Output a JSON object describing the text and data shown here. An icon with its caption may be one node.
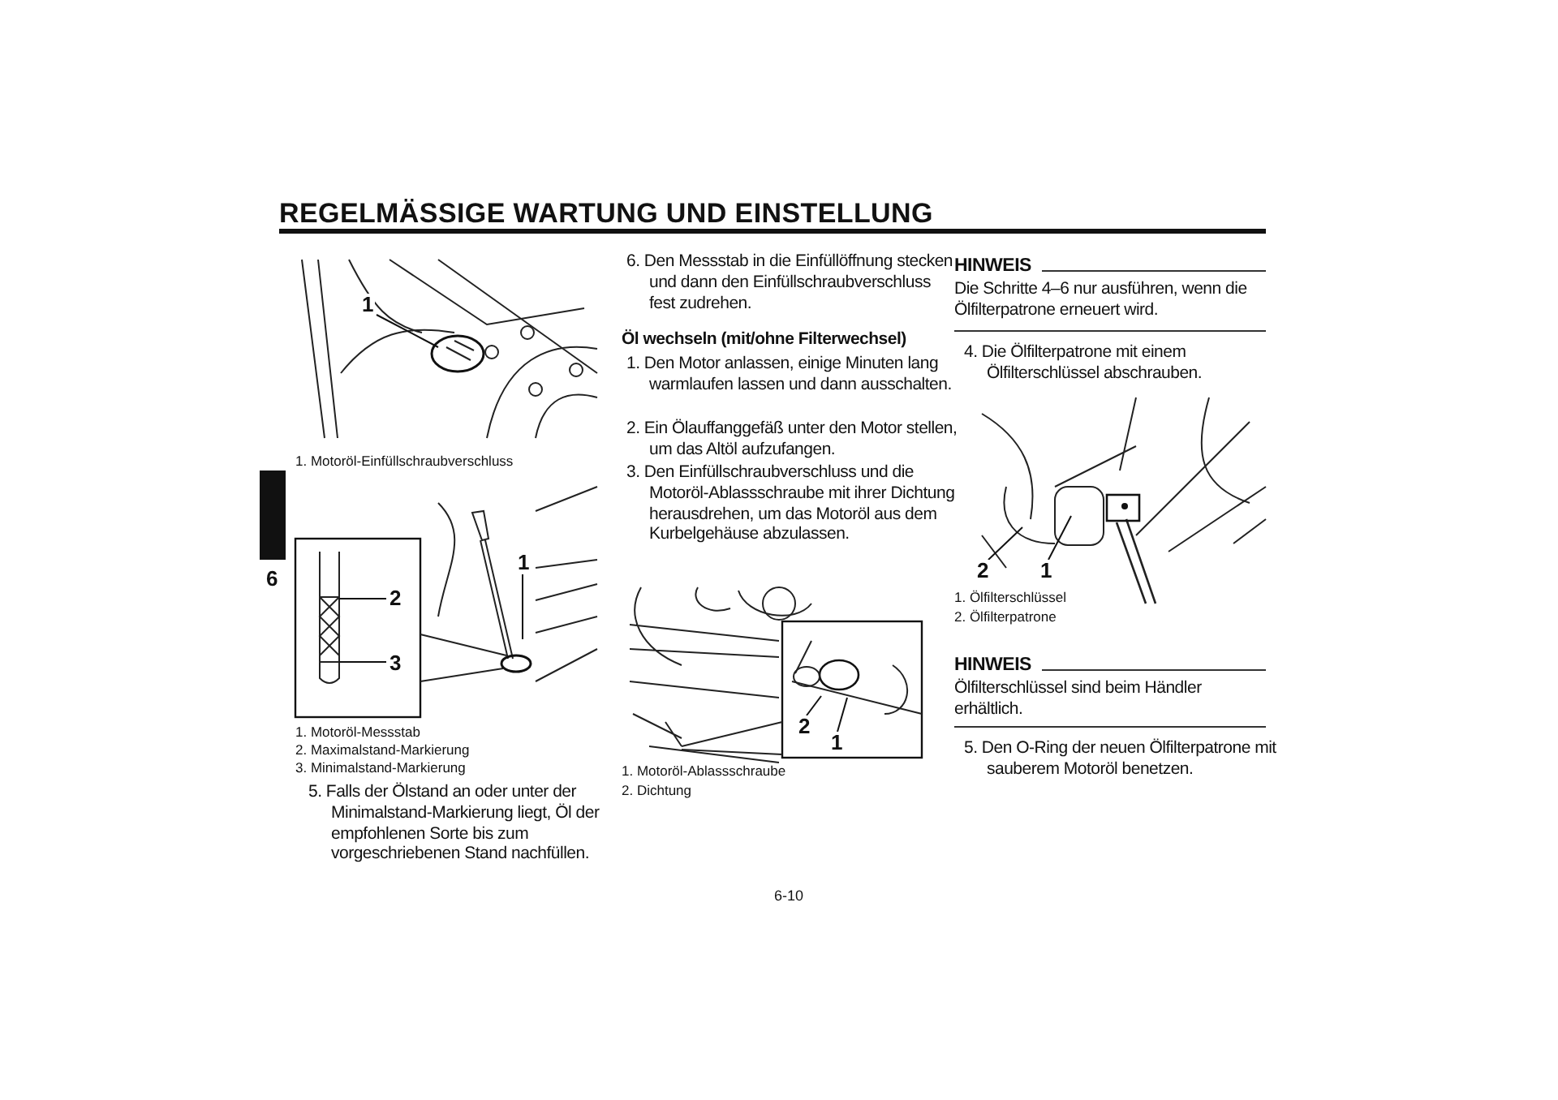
{
  "diagram": {
    "title": "REGELMÄSSIGE WARTUNG UND EINSTELLUNG",
    "nodes": [
      {
        "text": [
          "1"
        ]
      },
      {
        "text": [
          "1"
        ]
      },
      {
        "text": [
          "2"
        ]
      },
      {
        "text": [
          "3"
        ]
      },
      {
        "text": [
          "2"
        ]
      },
      {
        "text": [
          "1"
        ]
      },
      {
        "text": [
          "2"
        ]
      },
      {
        "text": [
          "1"
        ]
      }
    ],
    "edges": [
      {
        "from": 0,
        "to": null,
        "arrow": "none"
      },
      {
        "from": 1,
        "to": null,
        "arrow": "none"
      },
      {
        "from": 2,
        "to": null,
        "arrow": "none"
      },
      {
        "from": 3,
        "to": null,
        "arrow": "none"
      },
      {
        "from": 4,
        "to": null,
        "arrow": "none"
      },
      {
        "from": 5,
        "to": null,
        "arrow": "none"
      },
      {
        "from": 6,
        "to": null,
        "arrow": "none"
      },
      {
        "from": 7,
        "to": null,
        "arrow": "none"
      }
    ],
    "labels": [
      "6",
      "1. Motoröl-Einfüllschraubverschluss",
      "1. Motoröl-Messstab",
      "2. Maximalstand-Markierung",
      "3. Minimalstand-Markierung",
      "5. Falls der Ölstand an oder unter der Minimalstand-Markierung liegt, Öl der empfohlenen Sorte bis zum vorgeschriebenen Stand nachfüllen.",
      "6. Den Messstab in die Einfüllöffnung stecken und dann den Einfüllschraubverschluss fest zudrehen.",
      "Öl wechseln (mit/ohne Filterwechsel)",
      "1. Den Motor anlassen, einige Minuten lang warmlaufen lassen und dann ausschalten.",
      "2. Ein Ölauffanggefäß unter den Motor stellen, um das Altöl aufzufangen.",
      "3. Den Einfüllschraubverschluss und die Motoröl-Ablassschraube mit ihrer Dichtung herausdrehen, um das Motoröl aus dem Kurbelgehäuse abzulassen.",
      "1. Motoröl-Ablassschraube",
      "2. Dichtung",
      "HINWEIS",
      "Die Schritte 4–6 nur ausführen, wenn die Ölfilterpatrone erneuert wird.",
      "4. Die Ölfilterpatrone mit einem Ölfilterschlüssel abschrauben.",
      "1. Ölfilterschlüssel",
      "2. Ölfilterpatrone",
      "HINWEIS",
      "Ölfilterschlüssel sind beim Händler erhältlich.",
      "5. Den O-Ring der neuen Ölfilterpatrone mit sauberem Motoröl benetzen.",
      "6-10"
    ]
  }
}
